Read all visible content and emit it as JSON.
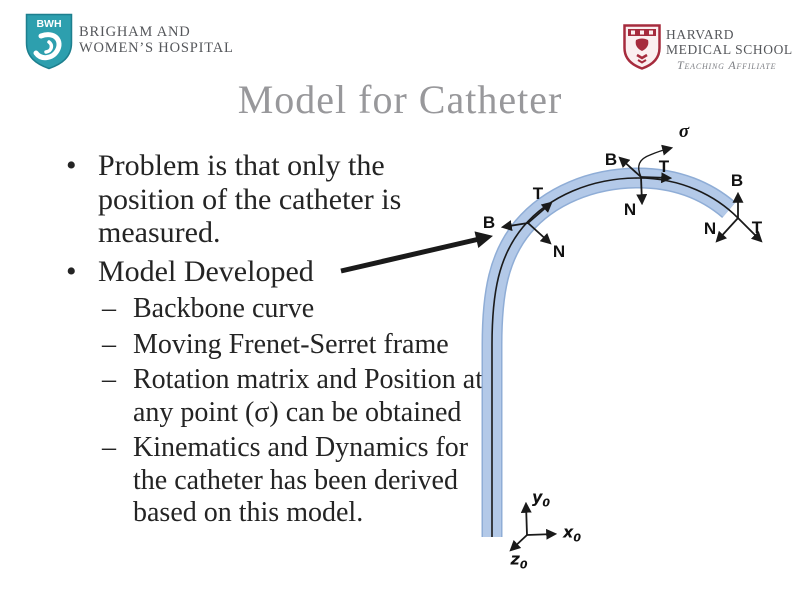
{
  "header": {
    "bwh": {
      "shield_text": "BWH",
      "shield_color": "#2d9fae",
      "name_line1": "BRIGHAM AND",
      "name_line2": "WOMEN’S HOSPITAL"
    },
    "harvard": {
      "shield_color": "#a62b3d",
      "name_line1": "HARVARD",
      "name_line2": "MEDICAL SCHOOL",
      "tagline": "Teaching Affiliate"
    }
  },
  "slide": {
    "title": "Model for Catheter",
    "title_color": "#98989b",
    "markers": {
      "level1": "•",
      "level2": "–"
    },
    "bullets": [
      {
        "level": 1,
        "text": "Problem is that only the position of the catheter is measured."
      },
      {
        "level": 1,
        "text": "Model Developed"
      },
      {
        "level": 2,
        "text": "Backbone curve"
      },
      {
        "level": 2,
        "text": "Moving Frenet-Serret frame"
      },
      {
        "level": 2,
        "text": "Rotation matrix and Position at any point (σ) can be obtained"
      },
      {
        "level": 2,
        "text": "Kinematics and Dynamics for the catheter has been derived based on this model."
      }
    ]
  },
  "diagram": {
    "tube_fill_color": "#b3c9e8",
    "tube_edge_color": "#8fadd6",
    "line_color": "#1a1a1a",
    "labels": {
      "f1B": "B",
      "f1T": "T",
      "f1N": "N",
      "f2B": "B",
      "f2T": "T",
      "f2N": "N",
      "sigma": "σ",
      "f3B": "B",
      "f3T": "T",
      "f3N": "N"
    },
    "axes": {
      "x_base": "x",
      "x_sub": "0",
      "y_base": "y",
      "y_sub": "0",
      "z_base": "z",
      "z_sub": "0"
    }
  }
}
